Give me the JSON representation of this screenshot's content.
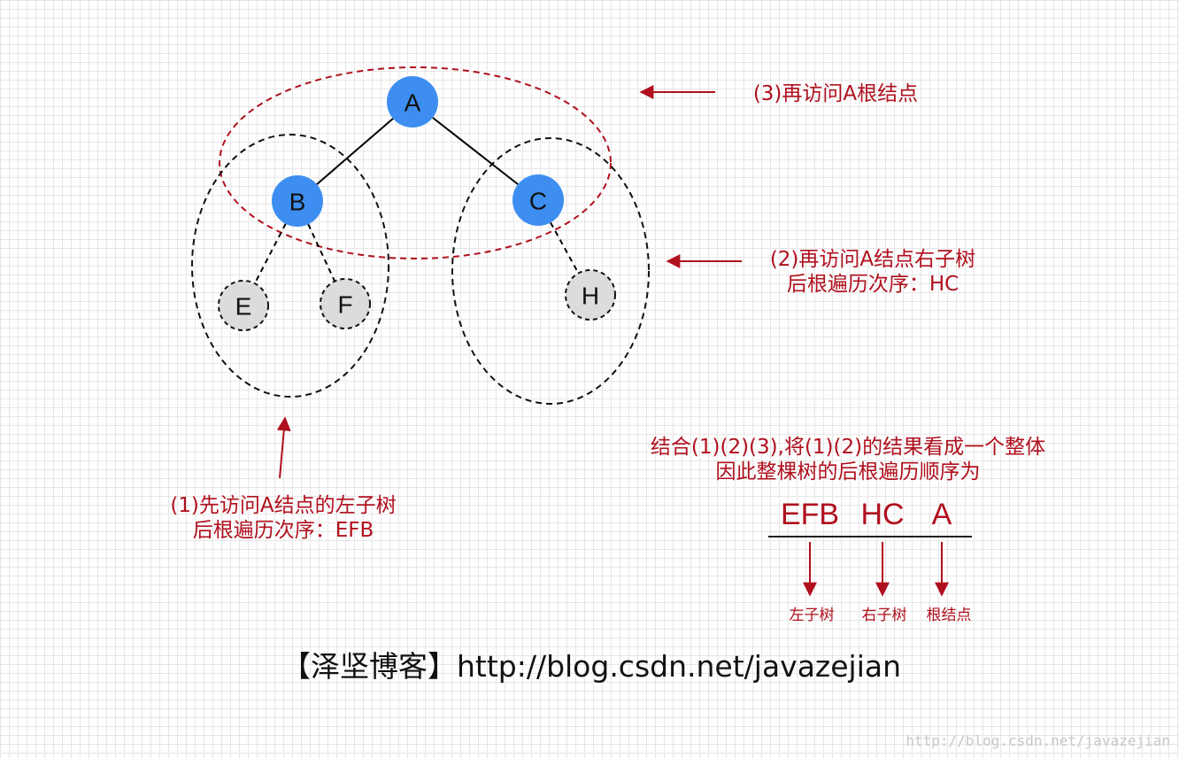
{
  "tree": {
    "nodes": [
      {
        "id": "A",
        "label": "A",
        "style": "solid"
      },
      {
        "id": "B",
        "label": "B",
        "style": "solid"
      },
      {
        "id": "C",
        "label": "C",
        "style": "solid"
      },
      {
        "id": "E",
        "label": "E",
        "style": "dashed"
      },
      {
        "id": "F",
        "label": "F",
        "style": "dashed"
      },
      {
        "id": "H",
        "label": "H",
        "style": "dashed"
      }
    ],
    "edges": [
      {
        "from": "A",
        "to": "B",
        "style": "solid"
      },
      {
        "from": "A",
        "to": "C",
        "style": "solid"
      },
      {
        "from": "B",
        "to": "E",
        "style": "dashed"
      },
      {
        "from": "B",
        "to": "F",
        "style": "dashed"
      },
      {
        "from": "C",
        "to": "H",
        "style": "dashed"
      }
    ]
  },
  "annotations": {
    "step3": "(3)再访问A根结点",
    "step2_line1": "(2)再访问A结点右子树",
    "step2_line2": "后根遍历次序：HC",
    "step1_line1": "(1)先访问A结点的左子树",
    "step1_line2": "后根遍历次序：EFB",
    "summary_line1": "结合(1)(2)(3),将(1)(2)的结果看成一个整体",
    "summary_line2": "因此整棵树的后根遍历顺序为"
  },
  "sequence": {
    "parts": [
      "EFB",
      "HC",
      "A"
    ],
    "labels": [
      "左子树",
      "右子树",
      "根结点"
    ]
  },
  "footer": {
    "text": "【泽坚博客】http://blog.csdn.net/javazejian"
  },
  "watermark": {
    "text": "http://blog.csdn.net/javazejian"
  },
  "colors": {
    "node_fill": "#3d8ef0",
    "leaf_fill": "#dcdcdc",
    "accent": "#b0101e",
    "outline": "#000000"
  }
}
